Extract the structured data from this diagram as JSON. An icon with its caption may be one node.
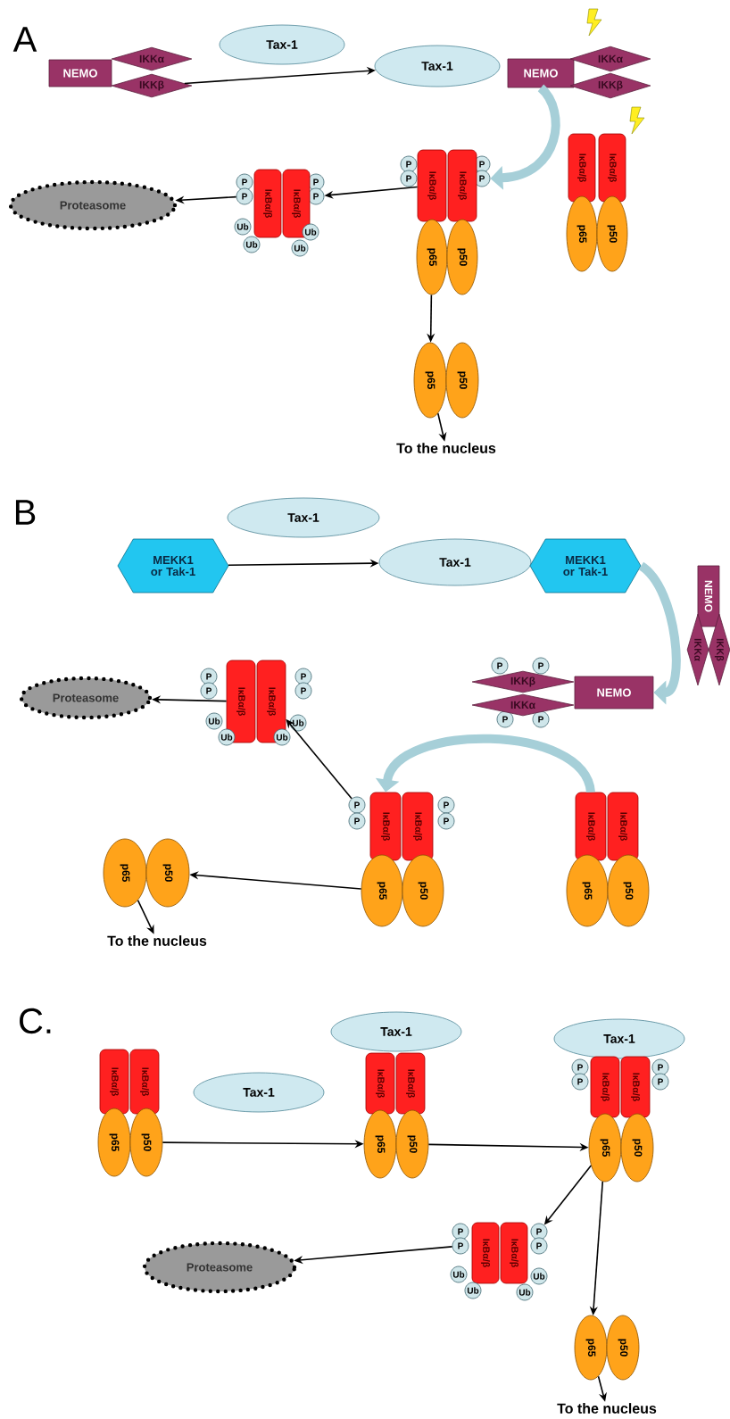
{
  "diagram": {
    "nodes": [
      {
        "text": [
          "NEMO"
        ]
      },
      {
        "text": [
          "IKKα"
        ]
      },
      {
        "text": [
          "IKKβ"
        ]
      },
      {
        "text": [
          "Tax-1"
        ]
      },
      {
        "text": [
          "Tax-1"
        ]
      },
      {
        "text": [
          "NEMO"
        ]
      },
      {
        "text": [
          "IKKα"
        ]
      },
      {
        "text": [
          "IKKβ"
        ]
      },
      {
        "text": [
          "Proteasome"
        ]
      },
      {
        "text": [
          "P"
        ]
      },
      {
        "text": [
          "P"
        ]
      },
      {
        "text": [
          "P"
        ]
      },
      {
        "text": [
          "P"
        ]
      },
      {
        "text": [
          "IκBα/β"
        ]
      },
      {
        "text": [
          "IκBα/β"
        ]
      },
      {
        "text": [
          "Ub"
        ]
      },
      {
        "text": [
          "Ub"
        ]
      },
      {
        "text": [
          "Ub"
        ]
      },
      {
        "text": [
          "Ub"
        ]
      },
      {
        "text": [
          "P"
        ]
      },
      {
        "text": [
          "P"
        ]
      },
      {
        "text": [
          "P"
        ]
      },
      {
        "text": [
          "P"
        ]
      },
      {
        "text": [
          "IκBα/β"
        ]
      },
      {
        "text": [
          "IκBα/β"
        ]
      },
      {
        "text": [
          "p65"
        ]
      },
      {
        "text": [
          "p50"
        ]
      },
      {
        "text": [
          "IκBα/β"
        ]
      },
      {
        "text": [
          "IκBα/β"
        ]
      },
      {
        "text": [
          "p65"
        ]
      },
      {
        "text": [
          "p50"
        ]
      },
      {
        "text": [
          "p65"
        ]
      },
      {
        "text": [
          "p50"
        ]
      },
      {
        "text": [
          "To the nucleus"
        ]
      },
      {
        "text": [
          "Tax-1"
        ]
      },
      {
        "text": [
          "MEKK1 or Tak-1"
        ]
      },
      {
        "text": [
          "Tax-1"
        ]
      },
      {
        "text": [
          "MEKK1 or Tak-1"
        ]
      },
      {
        "text": [
          "NEMO"
        ]
      },
      {
        "text": [
          "IKKα"
        ]
      },
      {
        "text": [
          "IKKβ"
        ]
      },
      {
        "text": [
          "Proteasome"
        ]
      },
      {
        "text": [
          "P"
        ]
      },
      {
        "text": [
          "P"
        ]
      },
      {
        "text": [
          "P"
        ]
      },
      {
        "text": [
          "P"
        ]
      },
      {
        "text": [
          "IκBα/β"
        ]
      },
      {
        "text": [
          "IκBα/β"
        ]
      },
      {
        "text": [
          "Ub"
        ]
      },
      {
        "text": [
          "Ub"
        ]
      },
      {
        "text": [
          "Ub"
        ]
      },
      {
        "text": [
          "Ub"
        ]
      },
      {
        "text": [
          "P"
        ]
      },
      {
        "text": [
          "P"
        ]
      },
      {
        "text": [
          "P"
        ]
      },
      {
        "text": [
          "P"
        ]
      },
      {
        "text": [
          "IKKβ"
        ]
      },
      {
        "text": [
          "IKKα"
        ]
      },
      {
        "text": [
          "NEMO"
        ]
      },
      {
        "text": [
          "p65"
        ]
      },
      {
        "text": [
          "p50"
        ]
      },
      {
        "text": [
          "To the nucleus"
        ]
      },
      {
        "text": [
          "P"
        ]
      },
      {
        "text": [
          "P"
        ]
      },
      {
        "text": [
          "P"
        ]
      },
      {
        "text": [
          "P"
        ]
      },
      {
        "text": [
          "IκBα/β"
        ]
      },
      {
        "text": [
          "IκBα/β"
        ]
      },
      {
        "text": [
          "p65"
        ]
      },
      {
        "text": [
          "p50"
        ]
      },
      {
        "text": [
          "IκBα/β"
        ]
      },
      {
        "text": [
          "IκBα/β"
        ]
      },
      {
        "text": [
          "p65"
        ]
      },
      {
        "text": [
          "p50"
        ]
      },
      {
        "text": [
          "IκBα/β"
        ]
      },
      {
        "text": [
          "IκBα/β"
        ]
      },
      {
        "text": [
          "p65"
        ]
      },
      {
        "text": [
          "p50"
        ]
      },
      {
        "text": [
          "Tax-1"
        ]
      },
      {
        "text": [
          "Tax-1"
        ]
      },
      {
        "text": [
          "IκBα/β"
        ]
      },
      {
        "text": [
          "IκBα/β"
        ]
      },
      {
        "text": [
          "p65"
        ]
      },
      {
        "text": [
          "p50"
        ]
      },
      {
        "text": [
          "Tax-1"
        ]
      },
      {
        "text": [
          "P"
        ]
      },
      {
        "text": [
          "P"
        ]
      },
      {
        "text": [
          "P"
        ]
      },
      {
        "text": [
          "P"
        ]
      },
      {
        "text": [
          "IκBα/β"
        ]
      },
      {
        "text": [
          "IκBα/β"
        ]
      },
      {
        "text": [
          "p65"
        ]
      },
      {
        "text": [
          "p50"
        ]
      },
      {
        "text": [
          "Proteasome"
        ]
      },
      {
        "text": [
          "P"
        ]
      },
      {
        "text": [
          "P"
        ]
      },
      {
        "text": [
          "P"
        ]
      },
      {
        "text": [
          "P"
        ]
      },
      {
        "text": [
          "IκBα/β"
        ]
      },
      {
        "text": [
          "IκBα/β"
        ]
      },
      {
        "text": [
          "Ub"
        ]
      },
      {
        "text": [
          "Ub"
        ]
      },
      {
        "text": [
          "Ub"
        ]
      },
      {
        "text": [
          "Ub"
        ]
      },
      {
        "text": [
          "p65"
        ]
      },
      {
        "text": [
          "p50"
        ]
      },
      {
        "text": [
          "To the nucleus"
        ]
      }
    ],
    "edges": [
      {
        "from": 2,
        "to": 4,
        "arrow": "to"
      },
      {
        "from": 5,
        "to": 22,
        "arrow": "to",
        "style": "thick",
        "color": "#a6cfd8"
      },
      {
        "from": 23,
        "to": 12,
        "arrow": "to"
      },
      {
        "from": 10,
        "to": 8,
        "arrow": "to"
      },
      {
        "from": 25,
        "to": 31,
        "arrow": "to"
      },
      {
        "from": 31,
        "to": 33,
        "arrow": "to"
      },
      {
        "from": 35,
        "to": 36,
        "arrow": "to"
      },
      {
        "from": 37,
        "to": 58,
        "arrow": "to",
        "style": "thick",
        "color": "#a6cfd8"
      },
      {
        "from": 70,
        "to": 66,
        "arrow": "to",
        "style": "thick",
        "color": "#a6cfd8"
      },
      {
        "from": 62,
        "to": 47,
        "arrow": "to"
      },
      {
        "from": 46,
        "to": 41,
        "arrow": "to"
      },
      {
        "from": 68,
        "to": 60,
        "arrow": "to"
      },
      {
        "from": 59,
        "to": 61,
        "arrow": "to"
      },
      {
        "from": 77,
        "to": 82,
        "arrow": "to"
      },
      {
        "from": 83,
        "to": 91,
        "arrow": "to"
      },
      {
        "from": 91,
        "to": 96,
        "arrow": "to"
      },
      {
        "from": 95,
        "to": 93,
        "arrow": "to"
      },
      {
        "from": 91,
        "to": 104,
        "arrow": "to"
      },
      {
        "from": 104,
        "to": 106,
        "arrow": "to"
      }
    ],
    "labels": [
      "A",
      "B",
      "C."
    ]
  }
}
